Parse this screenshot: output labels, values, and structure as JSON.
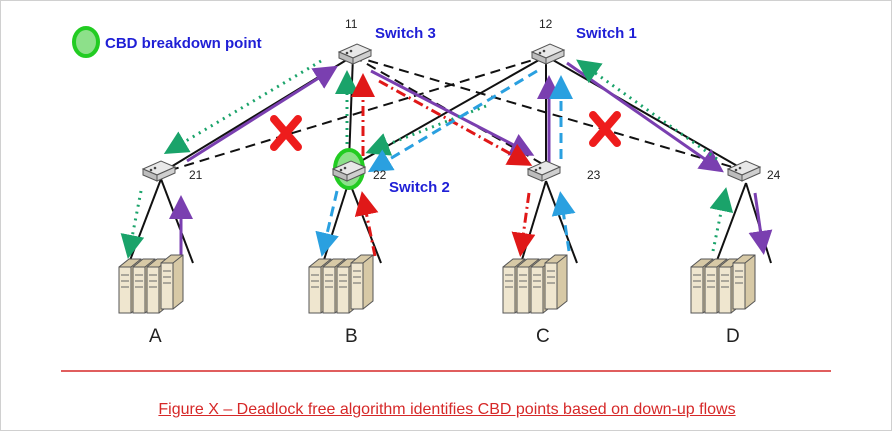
{
  "legend": {
    "label": "CBD breakdown point",
    "marker_color": "#22cc22"
  },
  "switches": [
    {
      "id": "11",
      "name": "Switch 3"
    },
    {
      "id": "12",
      "name": "Switch 1"
    },
    {
      "id": "21",
      "name": ""
    },
    {
      "id": "22",
      "name": "Switch 2"
    },
    {
      "id": "23",
      "name": ""
    },
    {
      "id": "24",
      "name": ""
    }
  ],
  "servers": [
    "A",
    "B",
    "C",
    "D"
  ],
  "caption": "Figure X – Deadlock free algorithm identifies CBD points based on down-up flows",
  "colors": {
    "link": "#111111",
    "flow_green": "#1aa36a",
    "flow_purple": "#7a3fb0",
    "flow_red": "#e01818",
    "flow_blue": "#2aa0e0",
    "cross": "#ee1c1c",
    "text_blue": "#1f1fd6",
    "caption": "#d62828"
  },
  "icons": {
    "cross": "x-mark-icon",
    "switch": "network-switch-icon",
    "server": "server-rack-icon"
  }
}
